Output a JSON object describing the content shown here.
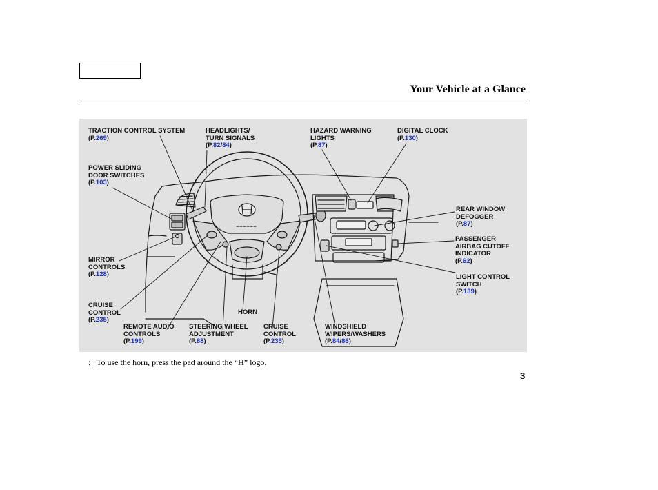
{
  "page": {
    "title": "Your Vehicle at a Glance",
    "number": "3",
    "footnote": "To use the horn, press the pad around the “H” logo.",
    "footnote_marker": ":"
  },
  "callouts": {
    "traction": {
      "label": [
        "TRACTION CONTROL SYSTEM"
      ],
      "pages": [
        "269"
      ]
    },
    "headlights": {
      "label": [
        "HEADLIGHTS/",
        "TURN SIGNALS"
      ],
      "pages": [
        "82",
        "84"
      ]
    },
    "hazard": {
      "label": [
        "HAZARD WARNING",
        "LIGHTS"
      ],
      "pages": [
        "87"
      ]
    },
    "clock": {
      "label": [
        "DIGITAL CLOCK"
      ],
      "pages": [
        "130"
      ]
    },
    "sliding_door": {
      "label": [
        "POWER SLIDING",
        "DOOR SWITCHES"
      ],
      "pages": [
        "103"
      ]
    },
    "rear_defog": {
      "label": [
        "REAR WINDOW",
        "DEFOGGER"
      ],
      "pages": [
        "87"
      ]
    },
    "airbag": {
      "label": [
        "PASSENGER",
        "AIRBAG CUTOFF",
        "INDICATOR"
      ],
      "pages": [
        "62"
      ]
    },
    "mirror": {
      "label": [
        "MIRROR",
        "CONTROLS"
      ],
      "pages": [
        "128"
      ]
    },
    "light_switch": {
      "label": [
        "LIGHT CONTROL",
        "SWITCH"
      ],
      "pages": [
        "139"
      ]
    },
    "cruise_left": {
      "label": [
        "CRUISE",
        "CONTROL"
      ],
      "pages": [
        "235"
      ]
    },
    "horn": {
      "label": [
        "HORN"
      ],
      "pages": []
    },
    "remote_audio": {
      "label": [
        "REMOTE AUDIO",
        "CONTROLS"
      ],
      "pages": [
        "199"
      ]
    },
    "steering_adj": {
      "label": [
        "STEERING WHEEL",
        "ADJUSTMENT"
      ],
      "pages": [
        "88"
      ]
    },
    "cruise_right": {
      "label": [
        "CRUISE",
        "CONTROL"
      ],
      "pages": [
        "235"
      ]
    },
    "wipers": {
      "label": [
        "WINDSHIELD",
        "WIPERS/WASHERS"
      ],
      "pages": [
        "84",
        "86"
      ]
    }
  }
}
